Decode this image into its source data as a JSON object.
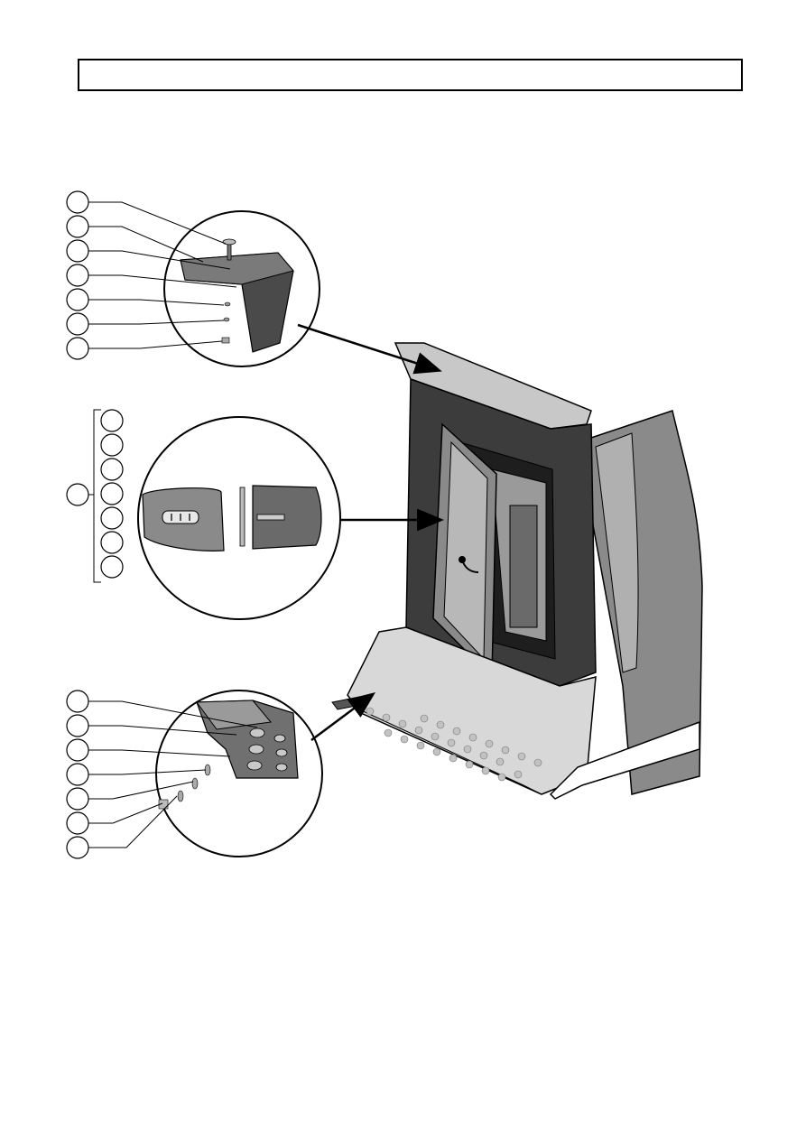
{
  "header": {
    "title": ""
  },
  "figure": {
    "palette": {
      "ink": "#000000",
      "dark_panel": "#3c3c3c",
      "mid_grey": "#8a8a8a",
      "light_grey": "#c8c8c8",
      "pale_grey": "#d8d8d8",
      "white": "#ffffff"
    },
    "callout_groups": [
      {
        "name": "top-detail",
        "balloon_count": 7
      },
      {
        "name": "middle-detail",
        "balloon_count": 7
      },
      {
        "name": "bottom-detail",
        "balloon_count": 7
      }
    ],
    "balloon_labels": []
  }
}
